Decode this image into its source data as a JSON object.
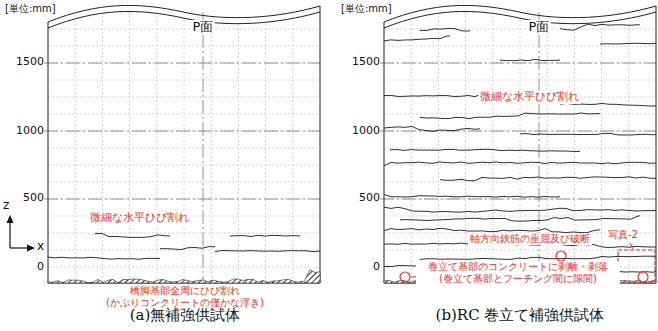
{
  "diagram": {
    "labels": [
      "[単位:mm]",
      "P面",
      "1500",
      "1000",
      "500",
      "0",
      "微細な水平ひび割れ",
      "橋脚基部全周にひび割れ (かぶりコンクリートの僅かな浮き)",
      "(a)無補強供試体",
      "[単位:mm]",
      "P面",
      "1500",
      "1000",
      "500",
      "0",
      "微細な水平ひび割れ",
      "軸方向鉄筋の座屈及び破断",
      "巻立て基部のコンクリートに剥離・剥落 (巻立て基部とフーチング間に隙間)",
      "写真-2",
      "(b)RC 巻立て補強供試体",
      "z",
      "x"
    ]
  }
}
